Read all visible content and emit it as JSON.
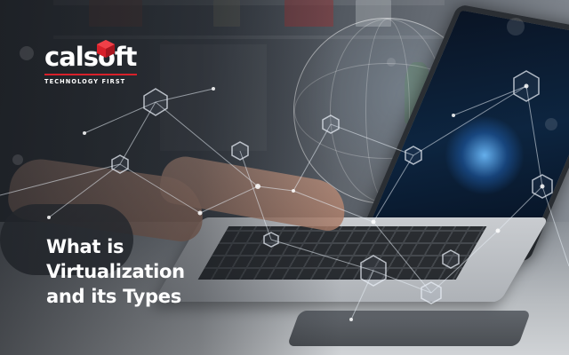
{
  "brand": {
    "name": "calsoft",
    "tagline": "TECHNOLOGY FIRST",
    "accent_color": "#d8202a",
    "mark_icon": "red-cube-icon"
  },
  "headline": {
    "lines": [
      "What is",
      "Virtualization",
      "and its Types"
    ]
  },
  "colors": {
    "text": "#ffffff",
    "network_lines": "#e8eef5",
    "screen_glow": "#6ebeff"
  }
}
